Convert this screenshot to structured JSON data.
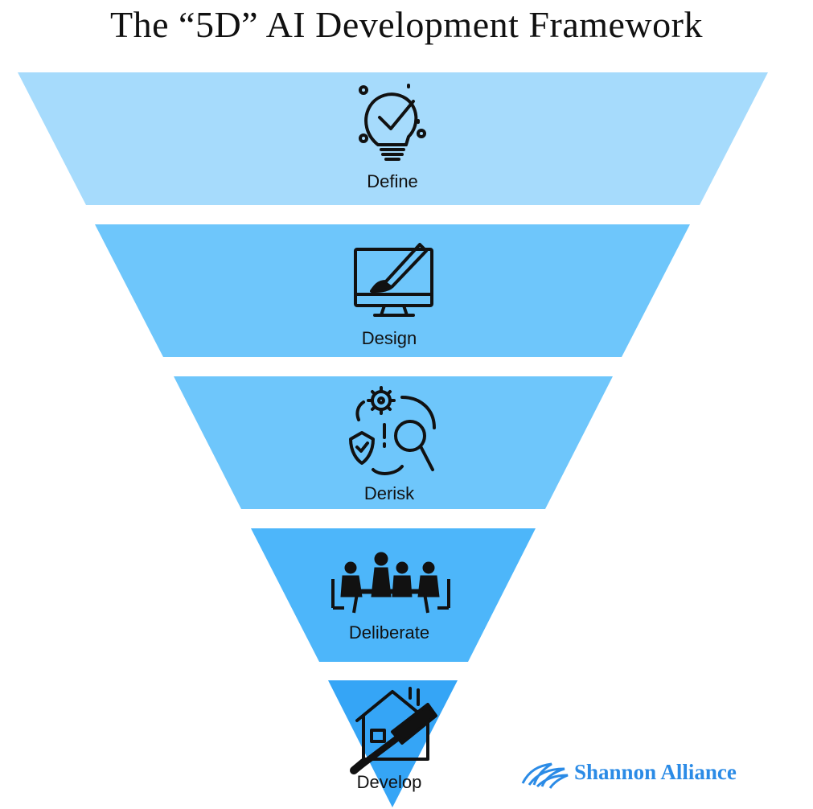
{
  "title": "The “5D” AI Development Framework",
  "stages": [
    {
      "label": "Define",
      "icon": "lightbulb-check-icon",
      "color": "#a6dbfc"
    },
    {
      "label": "Design",
      "icon": "monitor-paintbrush-icon",
      "color": "#6ec6fb"
    },
    {
      "label": "Derisk",
      "icon": "risk-assessment-icon",
      "color": "#6ec6fb"
    },
    {
      "label": "Deliberate",
      "icon": "team-meeting-icon",
      "color": "#4db6fa"
    },
    {
      "label": "Develop",
      "icon": "house-hammer-icon",
      "color": "#35a5f6"
    }
  ],
  "brand": {
    "name": "Shannon Alliance",
    "icon": "waves-logo-icon",
    "color": "#2b8be6"
  }
}
